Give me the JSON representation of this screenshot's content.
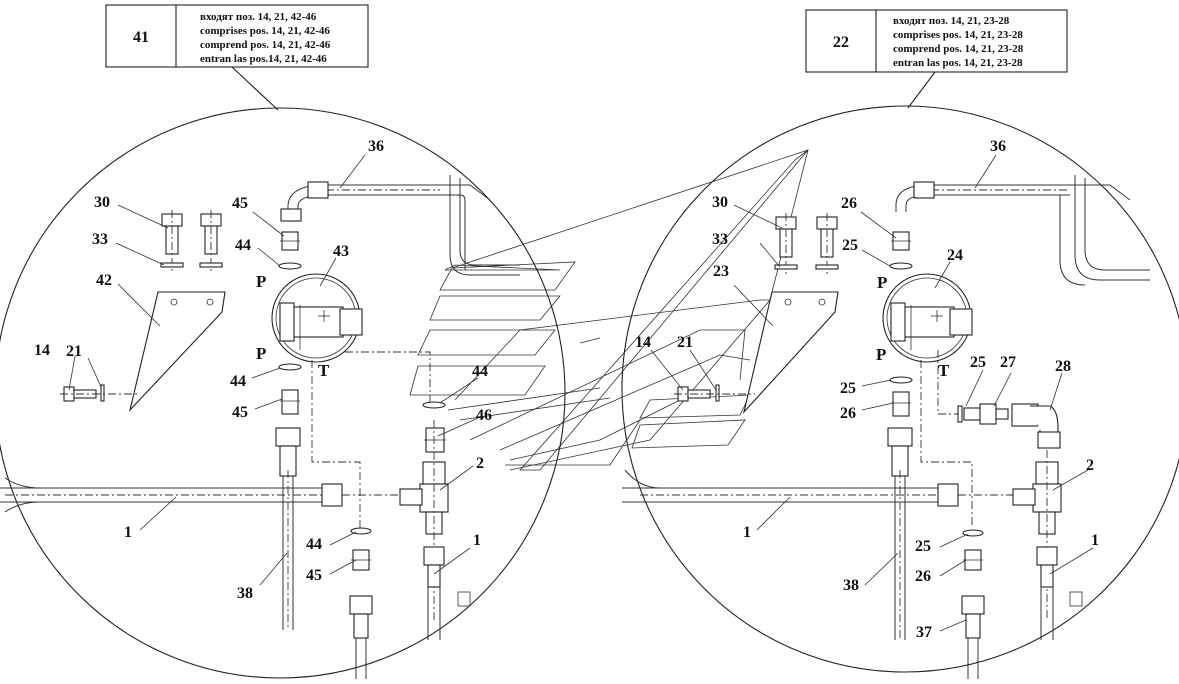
{
  "header_left": {
    "num": "41",
    "lines": [
      "входят поз. 14, 21, 42-46",
      "comprises pos. 14, 21, 42-46",
      "comprend pos.  14, 21, 42-46",
      "entran las pos.14, 21, 42-46"
    ]
  },
  "header_right": {
    "num": "22",
    "lines": [
      "входят поз. 14, 21, 23-28",
      "comprises pos. 14, 21, 23-28",
      "comprend pos. 14, 21, 23-28",
      "entran las pos. 14, 21, 23-28"
    ]
  },
  "labels_left": [
    "36",
    "30",
    "45",
    "44",
    "43",
    "33",
    "42",
    "P",
    "P",
    "T",
    "14",
    "21",
    "44",
    "45",
    "44",
    "46",
    "2",
    "1",
    "44",
    "45",
    "1",
    "38"
  ],
  "labels_right": [
    "36",
    "30",
    "26",
    "33",
    "25",
    "24",
    "23",
    "P",
    "P",
    "T",
    "14",
    "21",
    "25",
    "25",
    "26",
    "27",
    "28",
    "2",
    "1",
    "25",
    "26",
    "1",
    "38",
    "37"
  ]
}
